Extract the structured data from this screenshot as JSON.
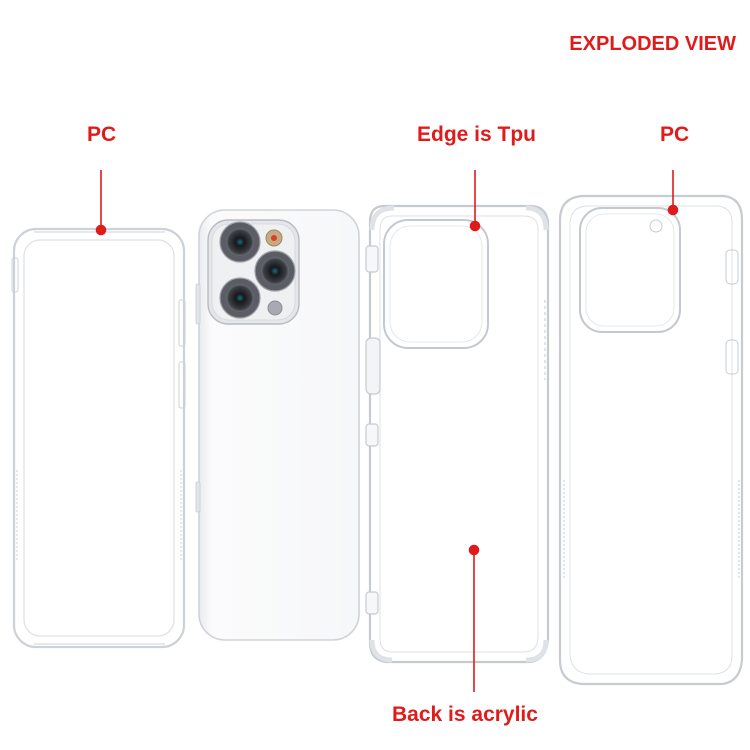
{
  "title": "EXPLODED VIEW",
  "callouts": {
    "pc_left": "PC",
    "edge_tpu": "Edge is Tpu",
    "pc_right": "PC",
    "back_acrylic": "Back is acrylic"
  },
  "colors": {
    "accent": "#e01b1b",
    "outline": "#c9ced4",
    "phone_body": "#f4f5f6",
    "camera_module": "#e6e7e9",
    "lens": "#2b2d31"
  },
  "parts": [
    "PC front frame",
    "phone",
    "TPU edge with acrylic back",
    "PC bumper"
  ]
}
